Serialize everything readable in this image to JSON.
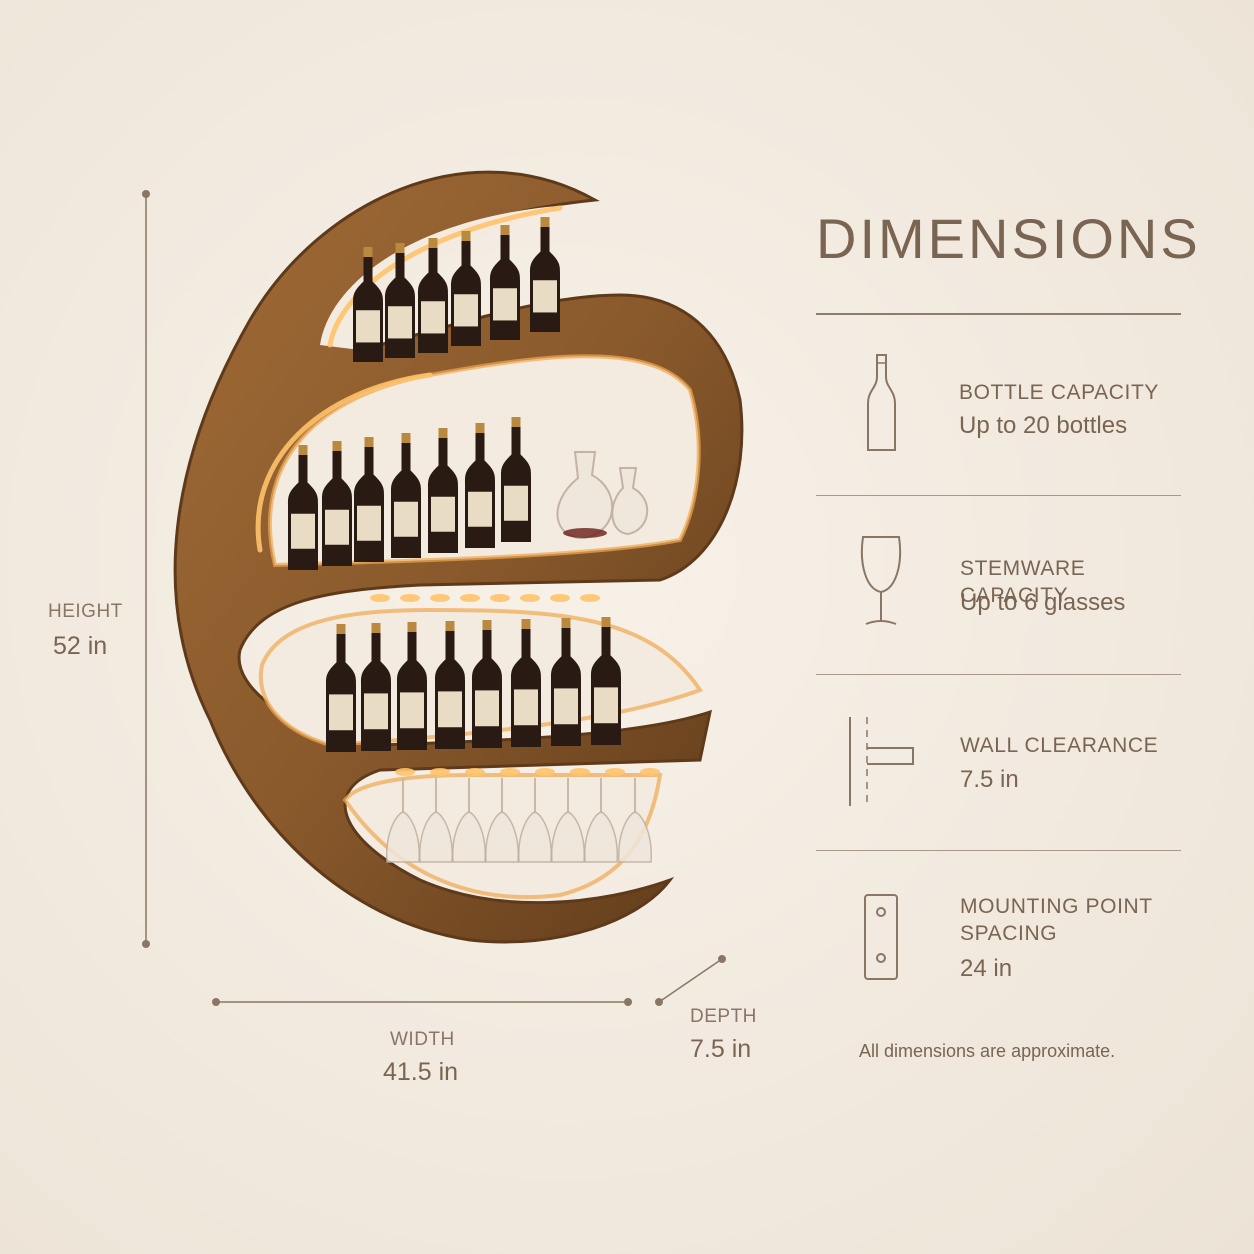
{
  "page": {
    "title": "DIMENSIONS",
    "footnote": "All dimensions are approximate."
  },
  "measurements": {
    "height": {
      "label": "HEIGHT",
      "value": "52 in"
    },
    "width": {
      "label": "WIDTH",
      "value": "41.5 in"
    },
    "depth": {
      "label": "DEPTH",
      "value": "7.5 in"
    }
  },
  "specs": [
    {
      "icon": "wine-bottle-icon",
      "label": "BOTTLE CAPACITY",
      "value": "Up to 20 bottles"
    },
    {
      "icon": "wine-glass-icon",
      "label": "STEMWARE CAPACITY",
      "value": "Up to 6 glasses"
    },
    {
      "icon": "wall-clearance-icon",
      "label": "WALL CLEARANCE",
      "value": "7.5 in"
    },
    {
      "icon": "mounting-plate-icon",
      "label": "MOUNTING POINT SPACING",
      "value": "24 in"
    }
  ],
  "colors": {
    "background": "#f2ebe1",
    "text": "#7a6552",
    "wood": "#8a5a2c",
    "wood_dark": "#5e3a1a",
    "glow": "#f0a850",
    "bottle": "#2a1a14",
    "label": "#e8dcc4"
  }
}
